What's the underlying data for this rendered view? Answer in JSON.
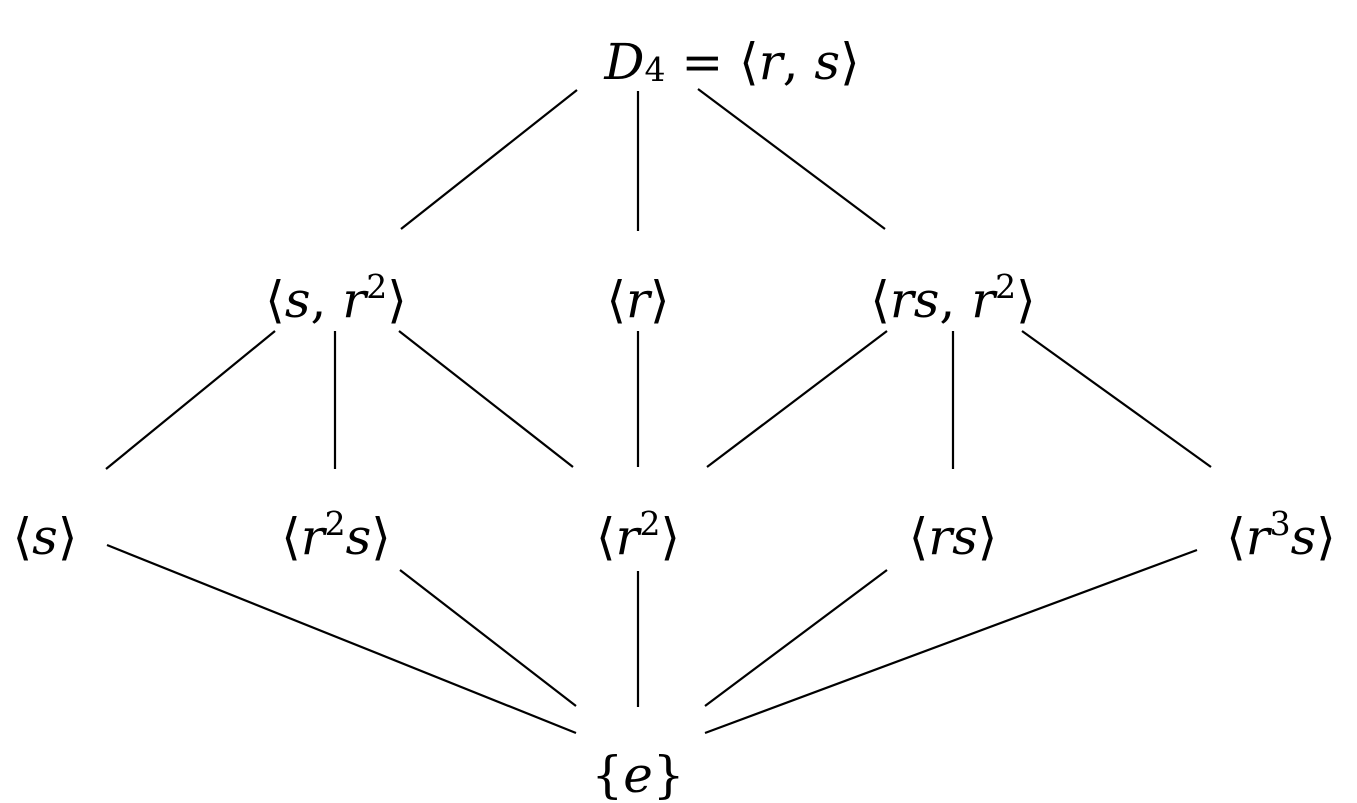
{
  "diagram": {
    "type": "subgroup-lattice",
    "nodes": [
      {
        "id": "d4",
        "parts": [
          [
            "D",
            "v"
          ],
          [
            "4",
            "sub"
          ],
          [
            " = ⟨",
            "o"
          ],
          [
            "r",
            "v"
          ],
          [
            ", ",
            "o"
          ],
          [
            "s",
            "v"
          ],
          [
            "⟩",
            "o"
          ]
        ]
      },
      {
        "id": "s-r2",
        "parts": [
          [
            "⟨",
            "o"
          ],
          [
            "s",
            "v"
          ],
          [
            ", ",
            "o"
          ],
          [
            "r",
            "v"
          ],
          [
            "2",
            "sup"
          ],
          [
            "⟩",
            "o"
          ]
        ]
      },
      {
        "id": "r",
        "parts": [
          [
            "⟨",
            "o"
          ],
          [
            "r",
            "v"
          ],
          [
            "⟩",
            "o"
          ]
        ]
      },
      {
        "id": "rs-r2",
        "parts": [
          [
            "⟨",
            "o"
          ],
          [
            "rs",
            "v"
          ],
          [
            ", ",
            "o"
          ],
          [
            "r",
            "v"
          ],
          [
            "2",
            "sup"
          ],
          [
            "⟩",
            "o"
          ]
        ]
      },
      {
        "id": "s",
        "parts": [
          [
            "⟨",
            "o"
          ],
          [
            "s",
            "v"
          ],
          [
            "⟩",
            "o"
          ]
        ]
      },
      {
        "id": "r2s",
        "parts": [
          [
            "⟨",
            "o"
          ],
          [
            "r",
            "v"
          ],
          [
            "2",
            "sup"
          ],
          [
            "s",
            "v"
          ],
          [
            "⟩",
            "o"
          ]
        ]
      },
      {
        "id": "r2",
        "parts": [
          [
            "⟨",
            "o"
          ],
          [
            "r",
            "v"
          ],
          [
            "2",
            "sup"
          ],
          [
            "⟩",
            "o"
          ]
        ]
      },
      {
        "id": "rs",
        "parts": [
          [
            "⟨",
            "o"
          ],
          [
            "rs",
            "v"
          ],
          [
            "⟩",
            "o"
          ]
        ]
      },
      {
        "id": "r3s",
        "parts": [
          [
            "⟨",
            "o"
          ],
          [
            "r",
            "v"
          ],
          [
            "3",
            "sup"
          ],
          [
            "s",
            "v"
          ],
          [
            "⟩",
            "o"
          ]
        ]
      },
      {
        "id": "e",
        "parts": [
          [
            "{",
            "o"
          ],
          [
            "e",
            "v"
          ],
          [
            "}",
            "o"
          ]
        ]
      }
    ],
    "edges": [
      [
        "d4",
        "s-r2"
      ],
      [
        "d4",
        "r"
      ],
      [
        "d4",
        "rs-r2"
      ],
      [
        "s-r2",
        "s"
      ],
      [
        "s-r2",
        "r2s"
      ],
      [
        "s-r2",
        "r2"
      ],
      [
        "r",
        "r2"
      ],
      [
        "rs-r2",
        "r2"
      ],
      [
        "rs-r2",
        "rs"
      ],
      [
        "rs-r2",
        "r3s"
      ],
      [
        "s",
        "e"
      ],
      [
        "r2s",
        "e"
      ],
      [
        "r2",
        "e"
      ],
      [
        "rs",
        "e"
      ],
      [
        "r3s",
        "e"
      ]
    ]
  }
}
